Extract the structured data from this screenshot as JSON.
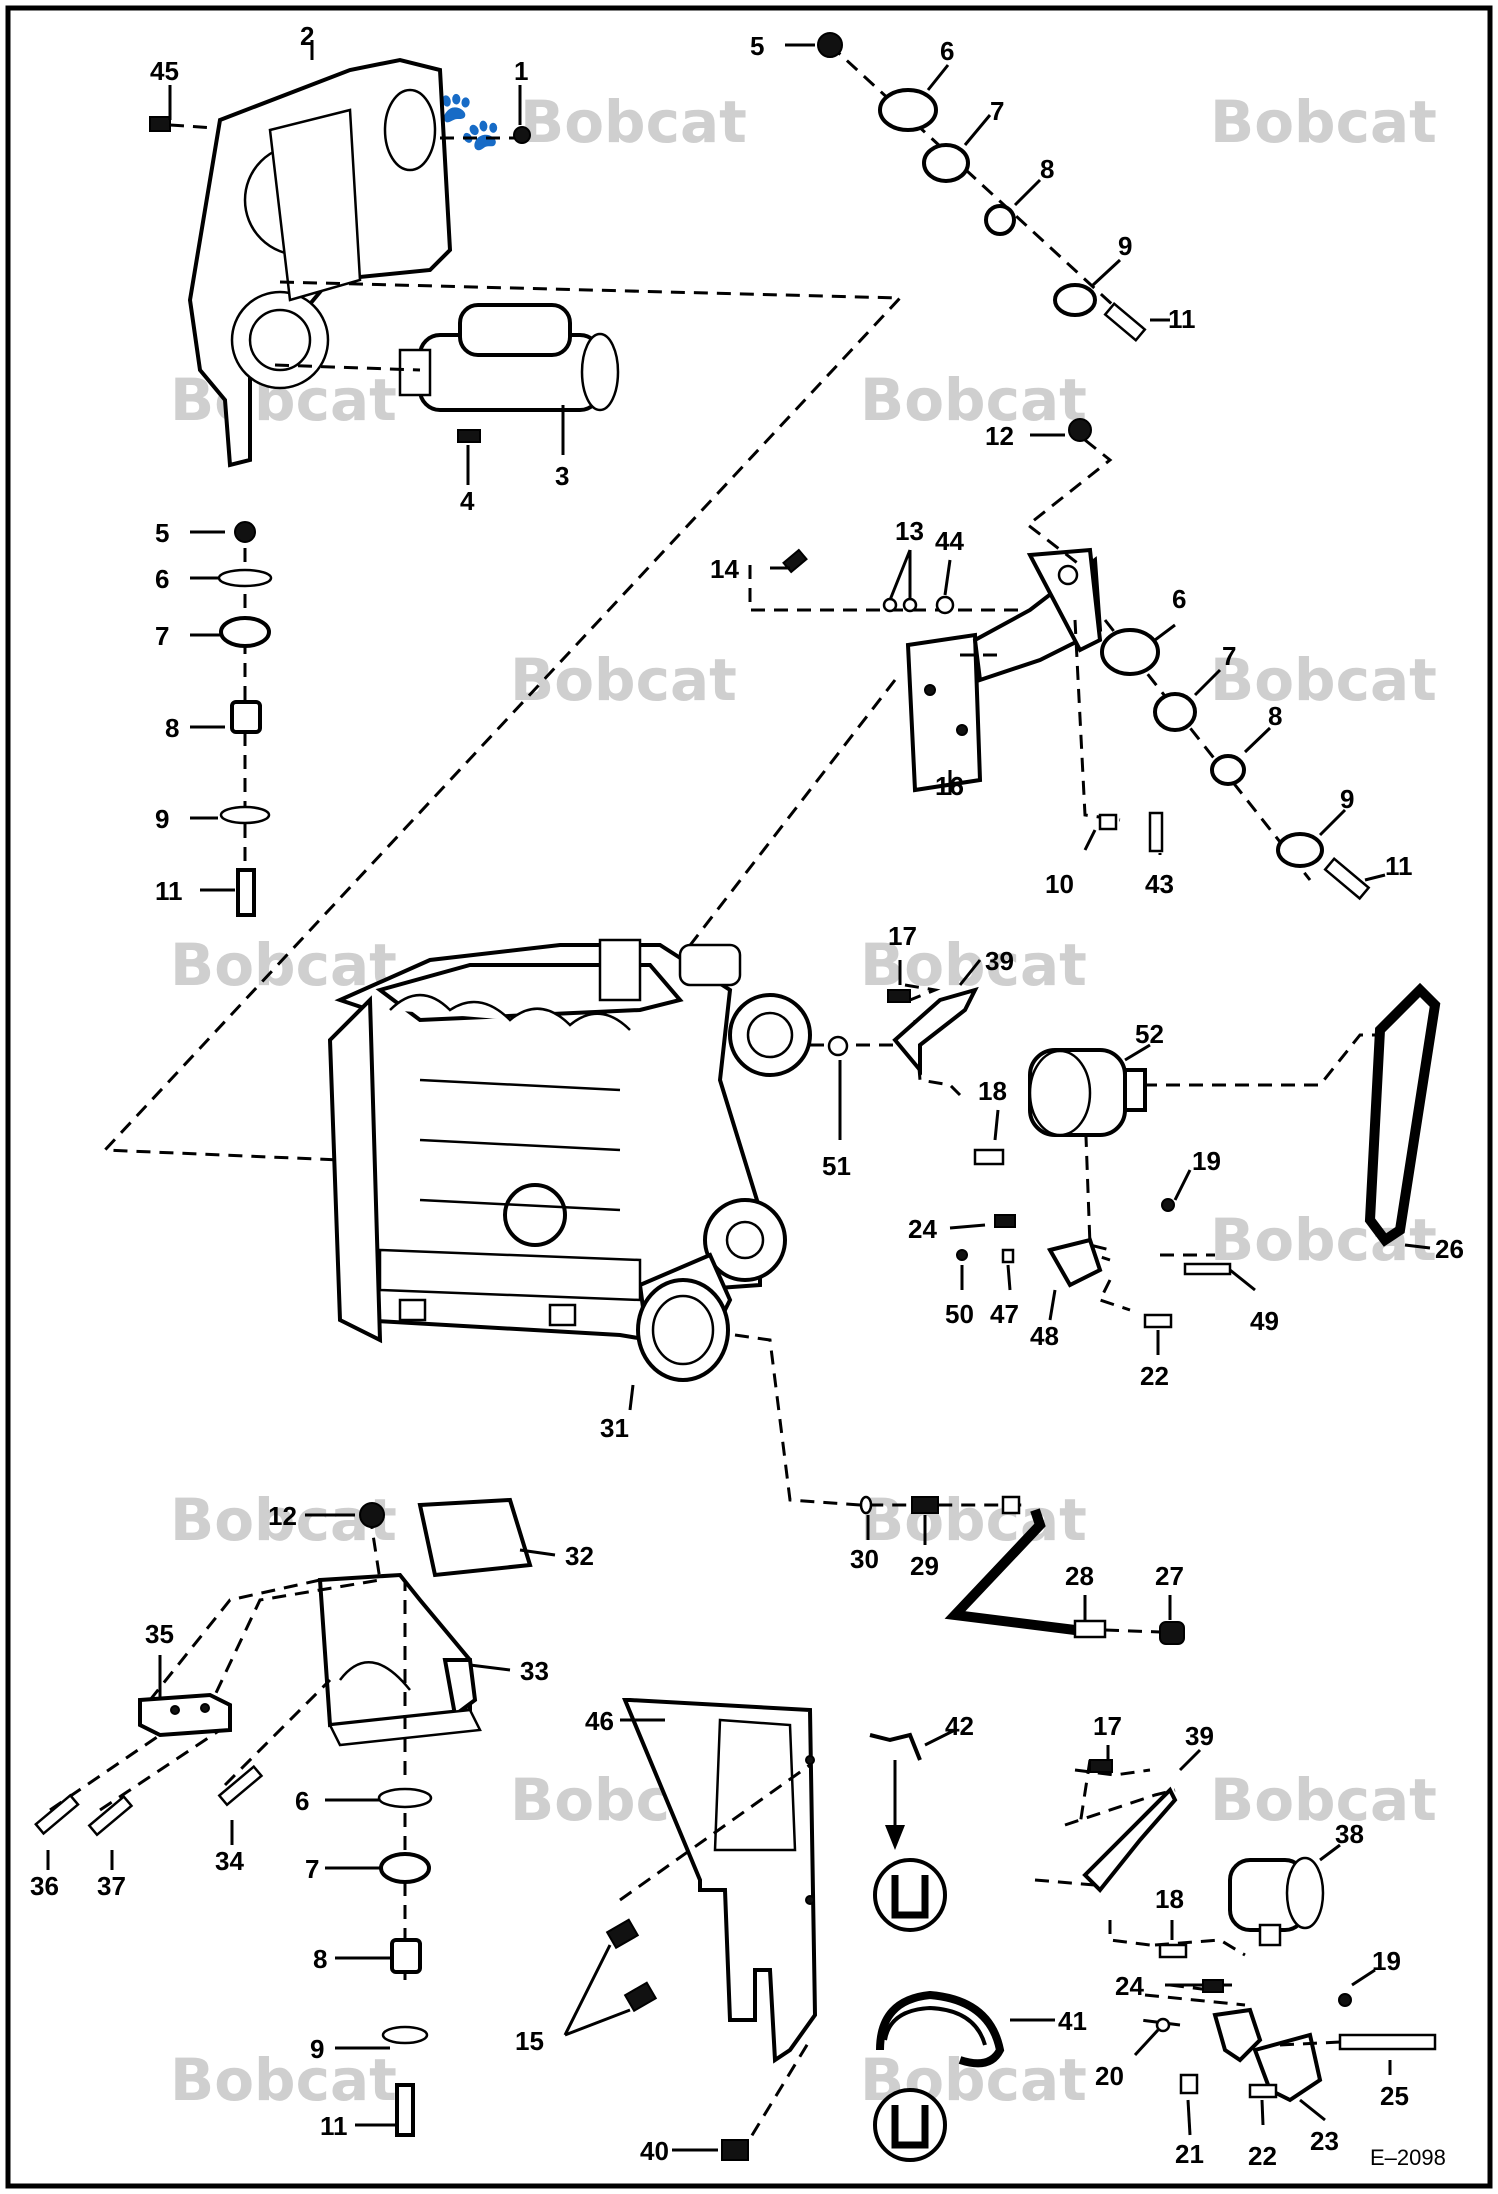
{
  "watermark": {
    "text": "Bobcat"
  },
  "drawing_code": "E–2098",
  "callouts": {
    "c1": "1",
    "c2": "2",
    "c3": "3",
    "c4": "4",
    "c45": "45",
    "c5a": "5",
    "c6a": "6",
    "c7a": "7",
    "c8a": "8",
    "c9a": "9",
    "c11a": "11",
    "c12a": "12",
    "c13": "13",
    "c44": "44",
    "c14": "14",
    "c6b": "6",
    "c7b": "7",
    "c8b": "8",
    "c9b": "9",
    "c11b": "11",
    "c16": "16",
    "c10": "10",
    "c43": "43",
    "c5c": "5",
    "c6c": "6",
    "c7c": "7",
    "c8c": "8",
    "c9c": "9",
    "c11c": "11",
    "c17a": "17",
    "c39a": "39",
    "c52": "52",
    "c51": "51",
    "c18a": "18",
    "c19a": "19",
    "c24a": "24",
    "c26": "26",
    "c50": "50",
    "c47": "47",
    "c48": "48",
    "c49": "49",
    "c22a": "22",
    "c31": "31",
    "c12b": "12",
    "c32": "32",
    "c30": "30",
    "c29": "29",
    "c28": "28",
    "c27": "27",
    "c35": "35",
    "c33": "33",
    "c36": "36",
    "c37": "37",
    "c34": "34",
    "c6d": "6",
    "c7d": "7",
    "c8d": "8",
    "c9d": "9",
    "c11d": "11",
    "c46": "46",
    "c15": "15",
    "c40": "40",
    "c42": "42",
    "c41": "41",
    "c17b": "17",
    "c39b": "39",
    "c38": "38",
    "c18b": "18",
    "c24b": "24",
    "c19b": "19",
    "c20": "20",
    "c25": "25",
    "c21": "21",
    "c22b": "22",
    "c23": "23"
  }
}
